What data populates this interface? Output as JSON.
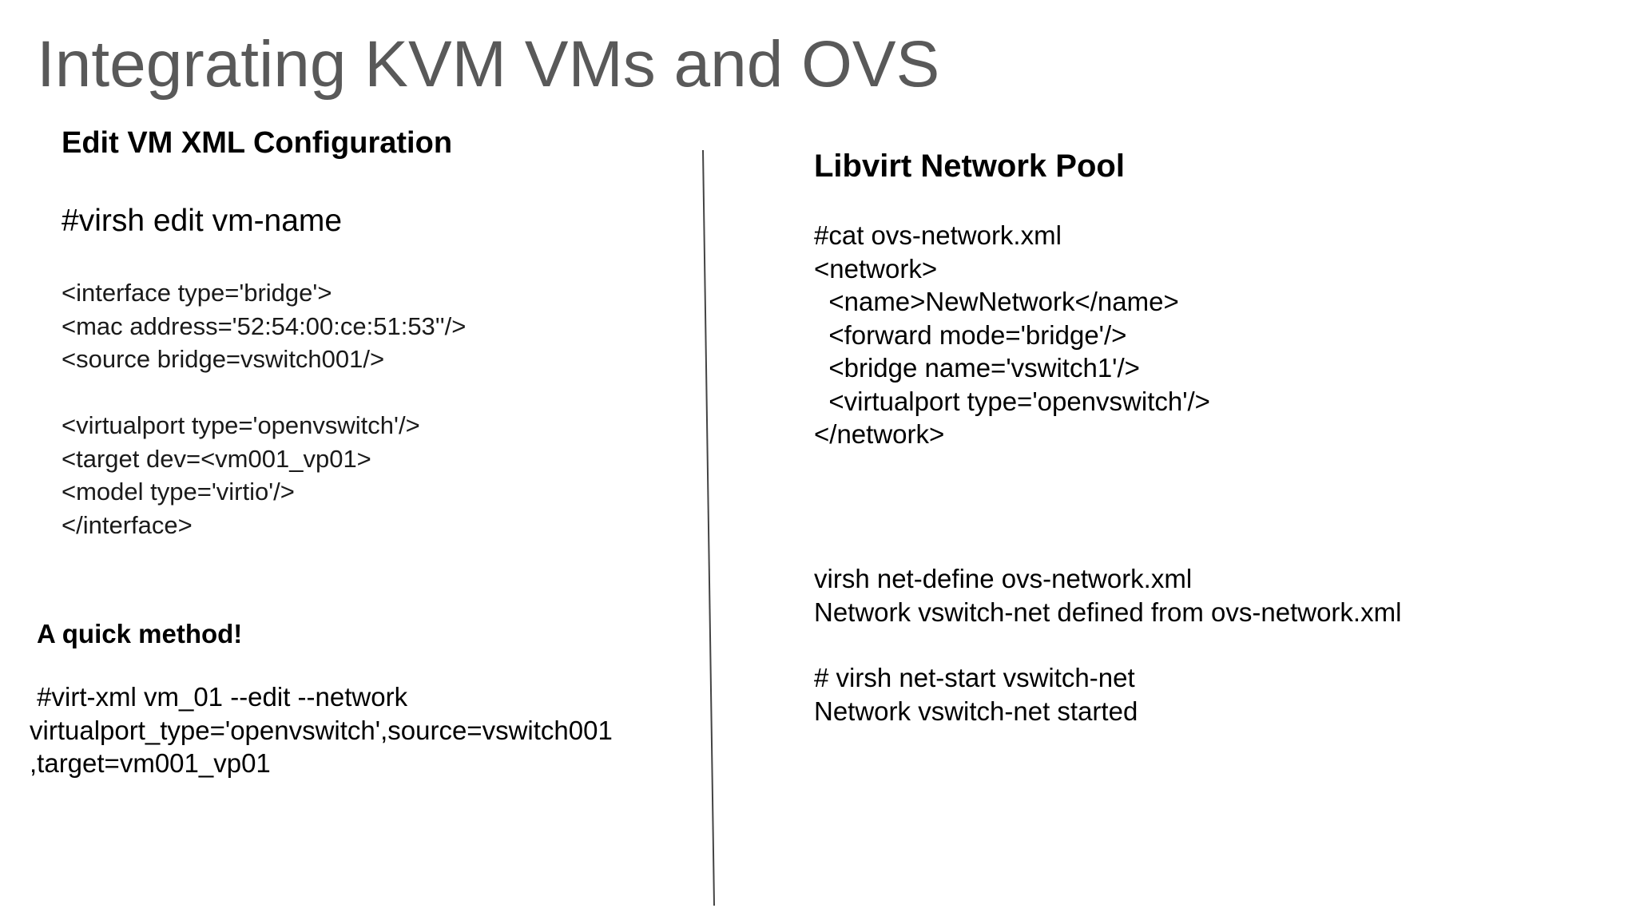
{
  "title": "Integrating KVM VMs and OVS",
  "left": {
    "heading": "Edit VM XML Configuration",
    "command": "#virsh edit vm-name",
    "xml_lines": [
      "<interface type='bridge'>",
      "<mac address='52:54:00:ce:51:53''/>",
      "<source bridge=vswitch001/>",
      "",
      "<virtualport type='openvswitch'/>",
      "<target dev=<vm001_vp01>",
      "<model type='virtio'/>",
      "</interface>"
    ],
    "quick_heading": "A quick method!",
    "quick_lines": [
      " #virt-xml vm_01 --edit --network",
      "virtualport_type='openvswitch',source=vswitch001",
      ",target=vm001_vp01"
    ]
  },
  "right": {
    "heading": "Libvirt Network Pool",
    "xml_lines": [
      "#cat ovs-network.xml",
      "<network>",
      "  <name>NewNetwork</name>",
      "  <forward mode='bridge'/>",
      "  <bridge name='vswitch1'/>",
      "  <virtualport type='openvswitch'/>",
      "</network>"
    ],
    "define_lines": [
      "virsh net-define ovs-network.xml",
      "Network vswitch-net defined from ovs-network.xml"
    ],
    "start_lines": [
      "# virsh net-start vswitch-net",
      "Network vswitch-net started"
    ]
  }
}
